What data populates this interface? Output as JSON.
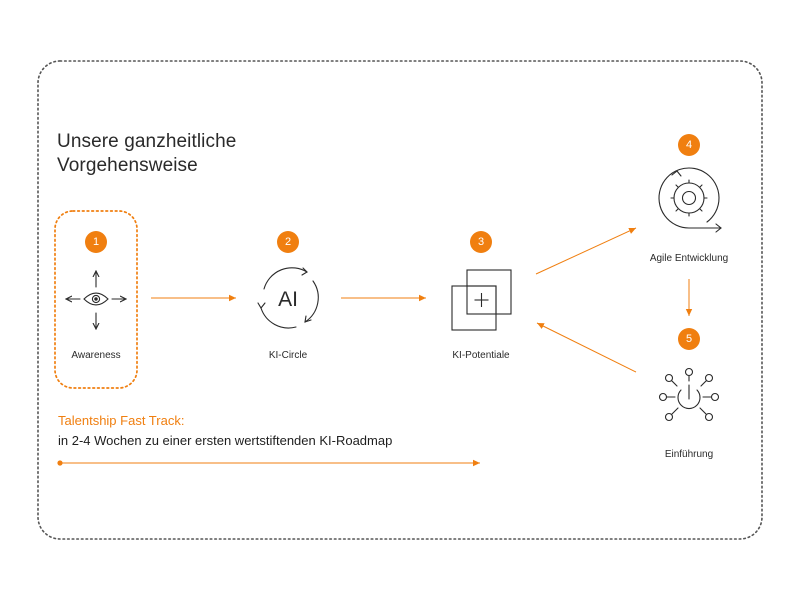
{
  "heading": {
    "line1": "Unsere ganzheitliche",
    "line2": "Vorgehensweise"
  },
  "steps": [
    {
      "number": "1",
      "label": "Awareness",
      "icon": "eye-arrows-icon",
      "highlighted": true
    },
    {
      "number": "2",
      "label": "KI-Circle",
      "icon": "ai-cycle-icon",
      "icon_text": "AI"
    },
    {
      "number": "3",
      "label": "KI-Potentiale",
      "icon": "overlapping-squares-plus-icon"
    },
    {
      "number": "4",
      "label": "Agile Entwicklung",
      "icon": "gear-cycle-icon"
    },
    {
      "number": "5",
      "label": "Einführung",
      "icon": "power-network-icon"
    }
  ],
  "fast_track": {
    "title": "Talentship Fast Track:",
    "subtitle": "in 2-4 Wochen zu einer ersten wertstiftenden KI-Roadmap"
  },
  "colors": {
    "accent": "#f07f10",
    "border": "#555555",
    "icon": "#2a2a2a",
    "text": "#1e1e1e"
  }
}
